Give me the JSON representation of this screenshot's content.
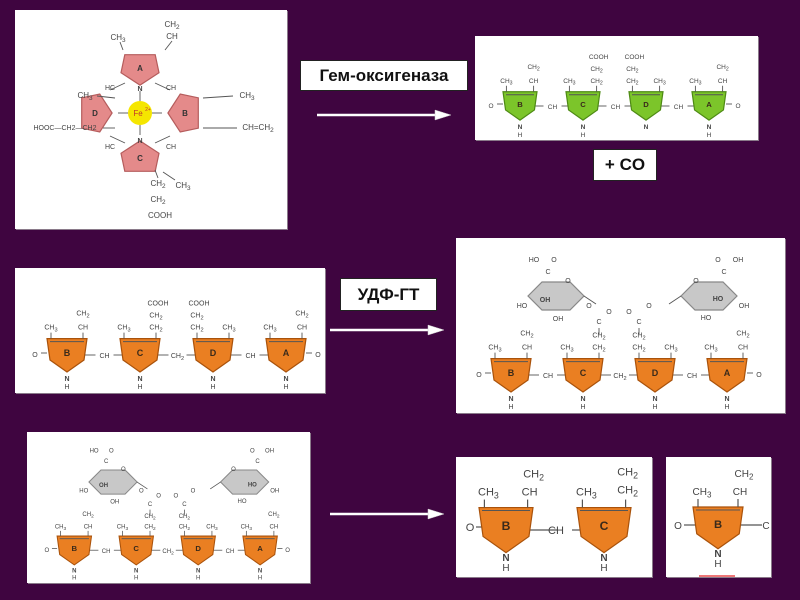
{
  "colors": {
    "background": "#3f0540",
    "heme_ring": "#e48a8a",
    "heme_ring_stroke": "#b55c5c",
    "iron": "#f5e600",
    "biliverdin_ring": "#7cc52a",
    "biliverdin_stroke": "#4e8a14",
    "bilirubin_ring": "#ea7f22",
    "bilirubin_stroke": "#a9520b",
    "glucuronide_ring": "#c8c8c8",
    "bond": "#555555"
  },
  "steps": {
    "heme_oxygenase_label": "Гем-оксигеназа",
    "co_label": "+ CO",
    "udp_gt_label": "УДФ-ГТ"
  },
  "heme": {
    "iron_label": "Fe",
    "iron_charge": "2+",
    "rings": [
      "A",
      "B",
      "C",
      "D"
    ],
    "nitrogen": "N",
    "substituents": {
      "a_methyl": "CH3",
      "a_vinyl_top": "CH2",
      "a_vinyl_mid": "CH",
      "b_methyl": "CH3",
      "b_vinyl": "CH=CH2",
      "c_methyl": "CH3",
      "c_chain1": "CH2",
      "c_chain2": "CH2",
      "c_acid": "COOH",
      "d_methyl": "CH3",
      "d_chain": "HOOC—CH2—CH2",
      "bridge_ab": "CH",
      "bridge_bc": "CH",
      "bridge_cd": "HC",
      "bridge_da": "HC"
    }
  },
  "biliverdin": {
    "rings": [
      "B",
      "C",
      "D",
      "A"
    ],
    "labels": {
      "oxo": "O",
      "nh": "N",
      "h": "H",
      "methyl": "CH3",
      "vinyl_top": "CH2",
      "vinyl_mid": "CH",
      "chain1": "CH2",
      "chain2": "CH2",
      "acid": "COOH",
      "methine": "CH"
    }
  },
  "bilirubin": {
    "rings": [
      "B",
      "C",
      "D",
      "A"
    ],
    "labels": {
      "oxo": "O",
      "nh": "N",
      "h": "H",
      "methyl": "CH3",
      "vinyl_top": "CH2",
      "vinyl_mid": "CH",
      "chain1": "CH2",
      "chain2": "CH2",
      "acid": "COOH",
      "methine": "CH",
      "methylene": "CH2"
    }
  },
  "glucuronide": {
    "labels": {
      "ho": "HO",
      "oh": "OH",
      "o": "O",
      "c": "C"
    }
  },
  "products": {
    "fragment_1_rings": [
      "B",
      "C"
    ],
    "fragment_2_rings": [
      "B"
    ],
    "labels": {
      "methyl": "CH3",
      "vinyl_top": "CH2",
      "vinyl_mid": "CH",
      "ethyl_top": "CH2",
      "ethyl_bottom": "CH2",
      "methine": "CH",
      "oxo": "O",
      "nh": "N",
      "h": "H",
      "cut": "C"
    }
  }
}
